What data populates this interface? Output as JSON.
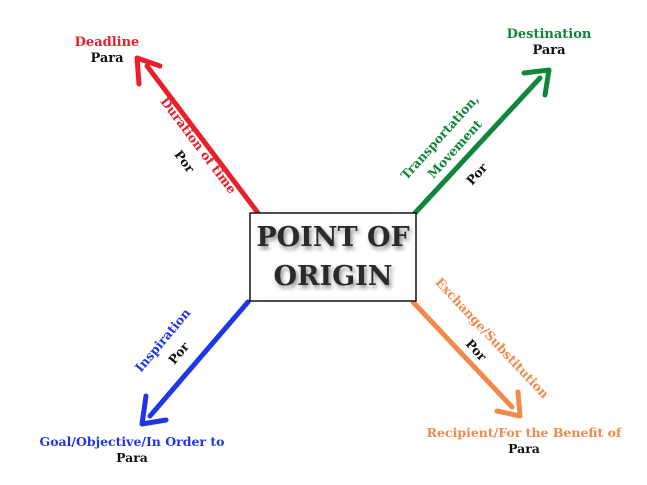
{
  "center": {
    "line1": "POINT OF",
    "line2": "ORIGIN"
  },
  "arms": {
    "deadline": {
      "color": "#e8202a",
      "arrow_label": "Duration of time",
      "arrow_sub": "Por",
      "end_label": "Deadline",
      "end_sub": "Para"
    },
    "destination": {
      "color": "#11853a",
      "arrow_label_1": "Transportation,",
      "arrow_label_2": "Movement",
      "arrow_sub": "Por",
      "end_label": "Destination",
      "end_sub": "Para"
    },
    "goal": {
      "color": "#1f35e6",
      "arrow_label": "Inspiration",
      "arrow_sub": "Por",
      "end_label": "Goal/Objective/In Order to",
      "end_sub": "Para"
    },
    "recipient": {
      "color": "#f08a4b",
      "arrow_label": "Exchange/Substitution",
      "arrow_sub": "Por",
      "end_label": "Recipient/For the Benefit of",
      "end_sub": "Para"
    }
  }
}
